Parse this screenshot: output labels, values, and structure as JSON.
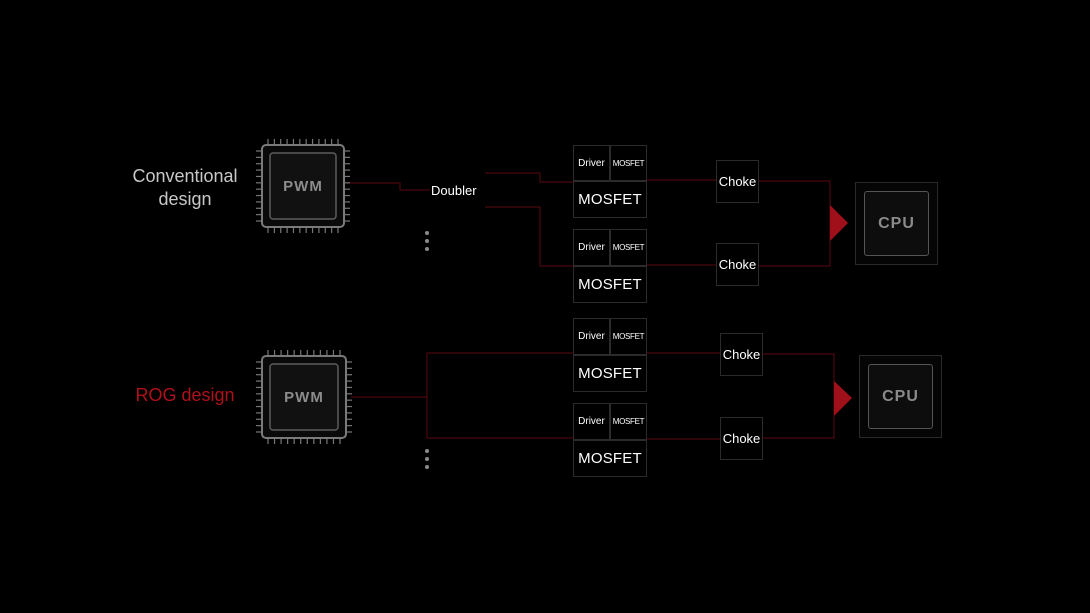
{
  "labels": {
    "conventional": [
      "Conventional",
      "design"
    ],
    "rog": "ROG design",
    "doubler": "Doubler"
  },
  "pwm_label": "PWM",
  "cpu_label": "CPU",
  "driver_label": "Driver",
  "mosfet_small_label": "MOSFET",
  "mosfet_label": "MOSFET",
  "choke_label": "Choke",
  "colors": {
    "background": "#000000",
    "accent_red": "#a0101b",
    "wire": "#5a0a0f",
    "text": "#ffffff",
    "label_gray": "#c8c8c8"
  }
}
